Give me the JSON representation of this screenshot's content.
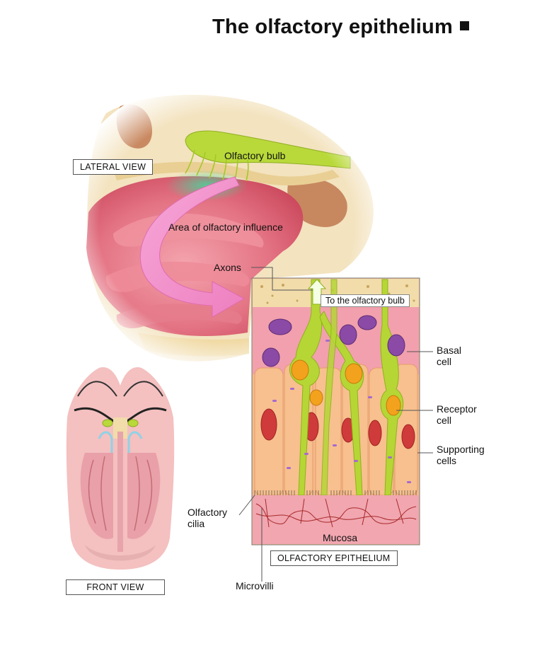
{
  "title": "The olfactory epithelium",
  "labels": {
    "lateral_view": "LATERAL VIEW",
    "olfactory_bulb": "Olfactory bulb",
    "area_influence": "Area of olfactory influence",
    "axons": "Axons",
    "to_bulb": "To the olfactory bulb",
    "basal_cell": [
      "Basal",
      "cell"
    ],
    "receptor_cell": [
      "Receptor",
      "cell"
    ],
    "supporting_cells": [
      "Supporting",
      "cells"
    ],
    "olfactory_cilia": [
      "Olfactory",
      "cilia"
    ],
    "mucosa": "Mucosa",
    "olfactory_epithelium": "OLFACTORY EPITHELIUM",
    "front_view": "FRONT VIEW",
    "microvilli": "Microvilli"
  },
  "colors": {
    "mucosa_pink": "#e06b7e",
    "bone": "#f1dcaa",
    "bulb_green": "#b9d93a",
    "arrow_pink": "#f08cc8",
    "basal_purple": "#8b4aa6",
    "receptor_orange": "#f3a21e",
    "supporting_red": "#cf3a3a"
  }
}
